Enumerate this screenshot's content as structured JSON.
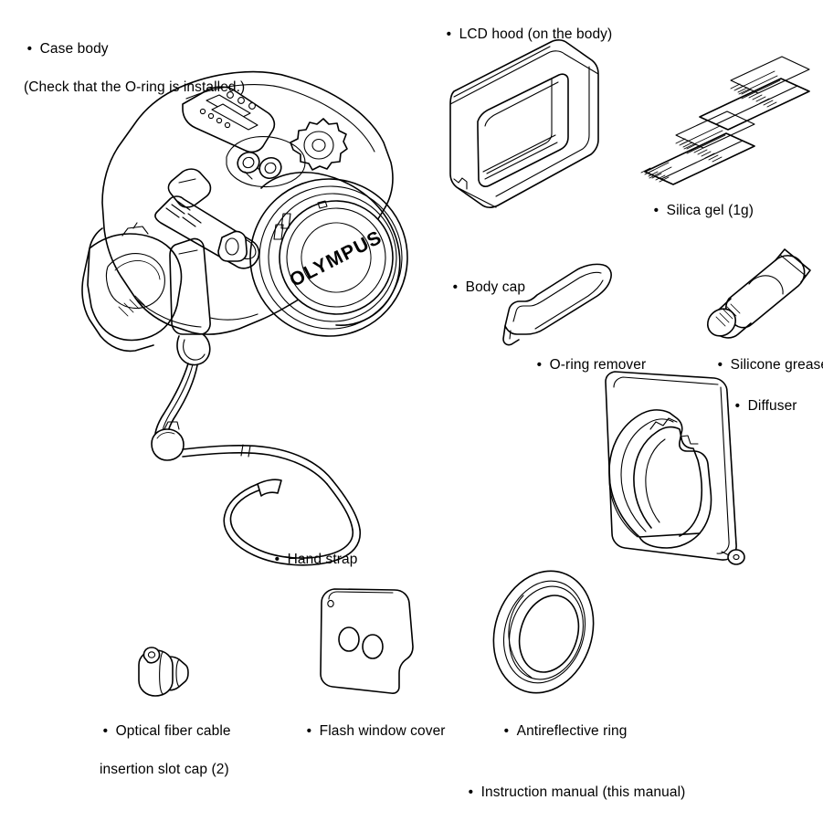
{
  "document": {
    "type": "package-contents-diagram",
    "product_brand": "OLYMPUS",
    "ink_color": "#000000",
    "background_color": "#ffffff"
  },
  "labels": {
    "case_body": {
      "bullet": "•",
      "line1": "Case body",
      "line2": "(Check that the O-ring is installed.)"
    },
    "lcd_hood": {
      "bullet": "•",
      "line1": "LCD hood (on the body)"
    },
    "silica_gel": {
      "bullet": "•",
      "line1": "Silica gel (1g)"
    },
    "body_cap": {
      "bullet": "•",
      "line1": "Body cap"
    },
    "oring_remover": {
      "bullet": "•",
      "line1": "O-ring remover"
    },
    "silicone_grease": {
      "bullet": "•",
      "line1": "Silicone grease"
    },
    "diffuser": {
      "bullet": "•",
      "line1": "Diffuser"
    },
    "hand_strap": {
      "bullet": "•",
      "line1": "Hand strap"
    },
    "optical_fiber_cap": {
      "bullet": "•",
      "line1": "Optical fiber cable",
      "line2": "insertion slot cap (2)"
    },
    "flash_window_cover": {
      "bullet": "•",
      "line1": "Flash window cover"
    },
    "antireflective_ring": {
      "bullet": "•",
      "line1": "Antireflective ring"
    },
    "instruction_manual": {
      "bullet": "•",
      "line1": "Instruction manual (this manual)"
    }
  },
  "artwork": {
    "body_cap_brand_text": "OLYMPUS"
  }
}
